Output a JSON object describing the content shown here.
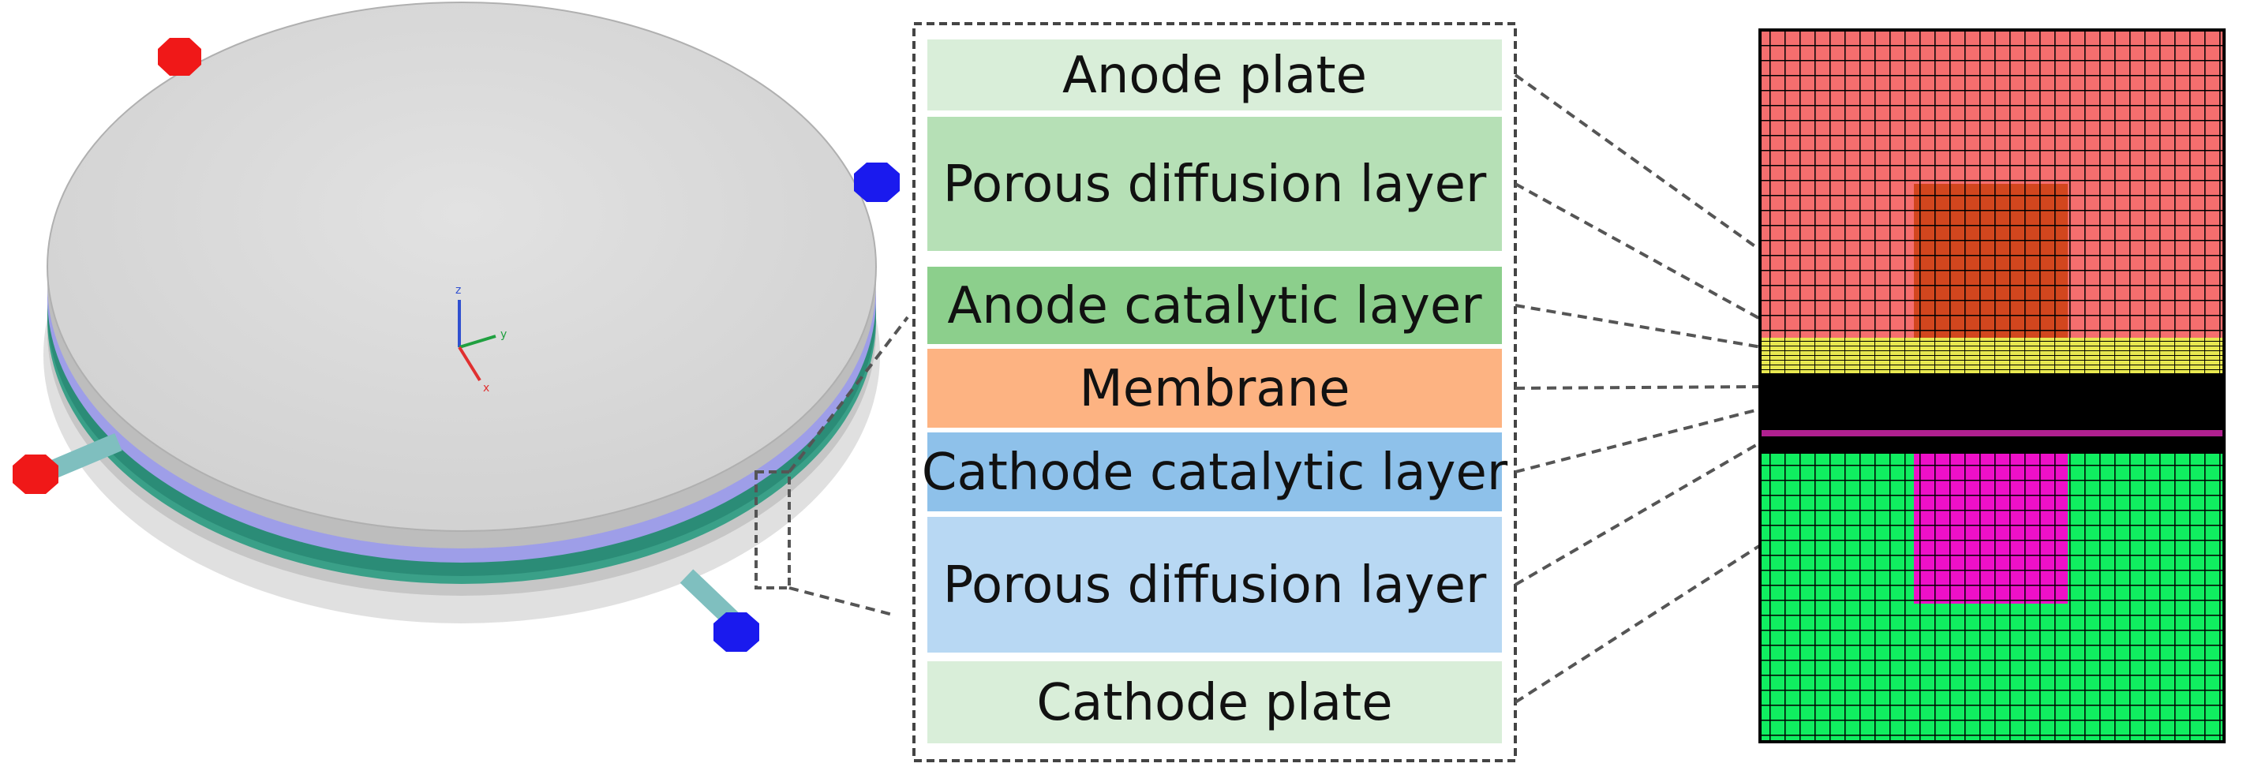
{
  "layers": [
    {
      "key": "anode-plate",
      "label": "Anode plate",
      "color": "#d9eed9"
    },
    {
      "key": "anode-porous-diffusion-layer",
      "label": "Porous diffusion layer",
      "color": "#b6e0b6"
    },
    {
      "key": "anode-catalytic-layer",
      "label": "Anode catalytic layer",
      "color": "#8ccf8c"
    },
    {
      "key": "membrane",
      "label": "Membrane",
      "color": "#fdb382"
    },
    {
      "key": "cathode-catalytic-layer",
      "label": "Cathode catalytic layer",
      "color": "#8ec1ea"
    },
    {
      "key": "cathode-porous-diffusion-layer",
      "label": "Porous diffusion layer",
      "color": "#b8d8f3"
    },
    {
      "key": "cathode-plate",
      "label": "Cathode plate",
      "color": "#d9eed9"
    }
  ],
  "axes_triad": {
    "z": "z",
    "y": "y",
    "x": "x"
  },
  "colors": {
    "disk_top": "#d6d6d6",
    "disk_side": "#bdbdbd",
    "membrane_band": "#9e9ee8",
    "diffusion_band": "#3aa088",
    "port_pipe": "#7fbfbf",
    "inlet_red": "#f01818",
    "inlet_blue": "#1a1aee",
    "mesh_plate_top": "#f56e6e",
    "mesh_channel_top": "#d2461e",
    "mesh_gdl_yellow": "#e8e850",
    "mesh_membrane": "#000000",
    "mesh_plate_bottom": "#10ee60",
    "mesh_channel_bottom": "#ee10c8",
    "dash": "#555555"
  }
}
